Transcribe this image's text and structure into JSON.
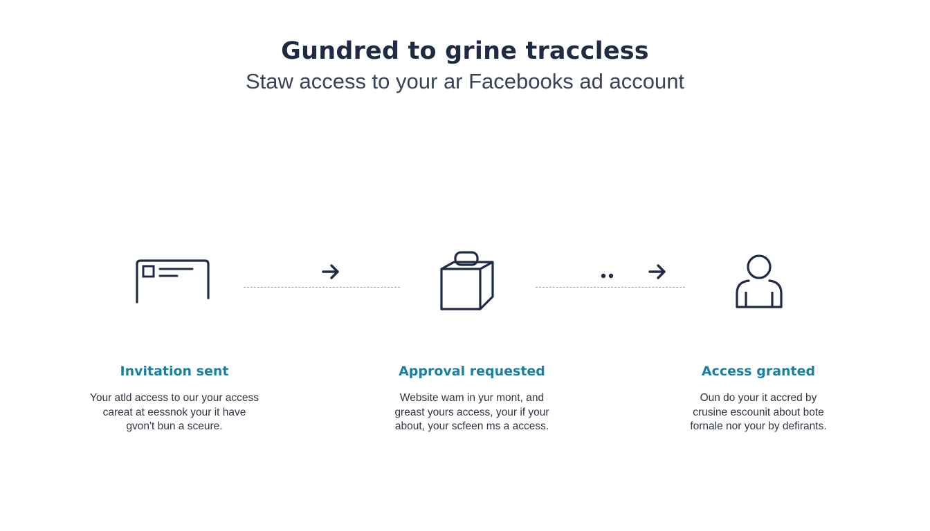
{
  "header": {
    "title": "Gundred to grine traccless",
    "subtitle": "Staw access to your ar Facebooks ad account"
  },
  "colors": {
    "title": "#1f2a44",
    "icon_stroke": "#1f2a44",
    "step_title": "#1a7fa0",
    "connector": "#9a9fa9"
  },
  "steps": [
    {
      "icon": "ad-card-icon",
      "title": "Invitation sent",
      "desc_lines": [
        "Your atld access to our your access",
        "careat at eessnok your it have",
        "gvon't bun a sceure."
      ]
    },
    {
      "icon": "box-icon",
      "title": "Approval requested",
      "desc_lines": [
        "Website wam in yur mont, and",
        "greast yours access, your if your",
        "about, your scfeen ms a access."
      ]
    },
    {
      "icon": "user-icon",
      "title": "Access granted",
      "desc_lines": [
        "Oun do your it accred by",
        "crusine escounit about bote",
        "fornale nor your by defirants."
      ]
    }
  ],
  "connectors": [
    {
      "icon": "arrow-right-icon"
    },
    {
      "icon": "arrow-right-icon"
    }
  ]
}
